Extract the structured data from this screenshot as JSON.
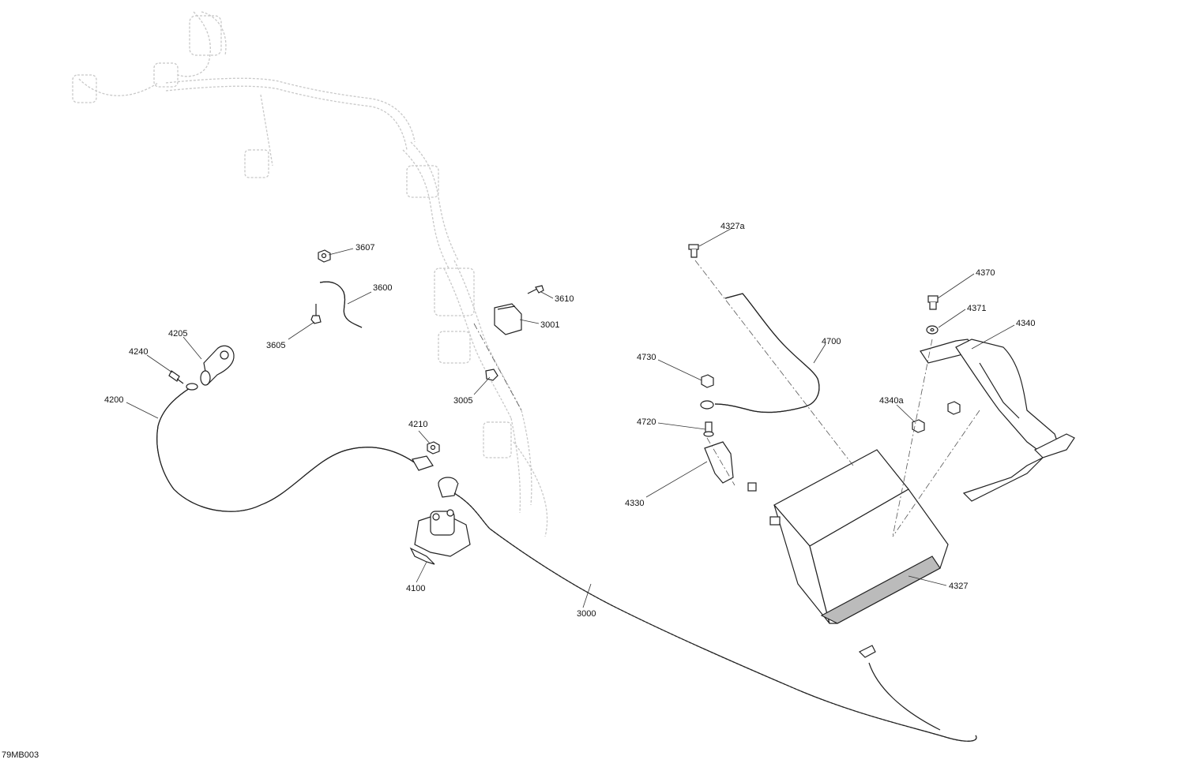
{
  "document_id": "79MB003",
  "callouts": [
    {
      "id": "3607",
      "label": "3607"
    },
    {
      "id": "3600",
      "label": "3600"
    },
    {
      "id": "3605",
      "label": "3605"
    },
    {
      "id": "3610",
      "label": "3610"
    },
    {
      "id": "3001",
      "label": "3001"
    },
    {
      "id": "3005",
      "label": "3005"
    },
    {
      "id": "4205",
      "label": "4205"
    },
    {
      "id": "4240",
      "label": "4240"
    },
    {
      "id": "4200",
      "label": "4200"
    },
    {
      "id": "4210",
      "label": "4210"
    },
    {
      "id": "4100",
      "label": "4100"
    },
    {
      "id": "3000",
      "label": "3000"
    },
    {
      "id": "4327a",
      "label": "4327a"
    },
    {
      "id": "4700",
      "label": "4700"
    },
    {
      "id": "4730",
      "label": "4730"
    },
    {
      "id": "4720",
      "label": "4720"
    },
    {
      "id": "4330",
      "label": "4330"
    },
    {
      "id": "4327",
      "label": "4327"
    },
    {
      "id": "4370",
      "label": "4370"
    },
    {
      "id": "4371",
      "label": "4371"
    },
    {
      "id": "4340",
      "label": "4340"
    },
    {
      "id": "4340a",
      "label": "4340a"
    }
  ]
}
